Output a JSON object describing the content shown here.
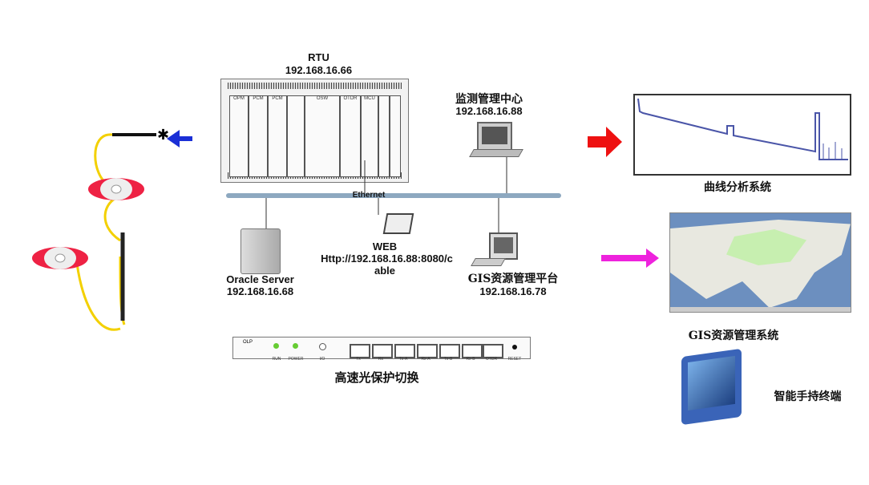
{
  "rtu": {
    "title": "RTU",
    "ip": "192.168.16.66",
    "modules": [
      "OPM",
      "PCM",
      "PCM",
      "",
      "OSW",
      "OTDR",
      "MCU",
      "",
      ""
    ]
  },
  "ethernet": "Ethernet",
  "monitor_center": {
    "title": "监测管理中心",
    "ip": "192.168.16.88"
  },
  "curve_system": "曲线分析系统",
  "oracle": {
    "title": "Oracle Server",
    "ip": "192.168.16.68"
  },
  "web": {
    "title": "WEB",
    "url_line1": "Http://192.168.16.88:8080/c",
    "url_line2": "able"
  },
  "gis_platform": {
    "title": "GIS资源管理平台",
    "ip": "192.168.16.78"
  },
  "gis_system": "GIS资源管理系统",
  "handheld": "智能手持终端",
  "olp": {
    "title": "OLP",
    "leds": [
      "RUN",
      "POWER",
      "I/O"
    ],
    "ports": [
      "Tx",
      "Rx",
      "Tx-A",
      "Rx-A",
      "Tx-B",
      "Rx-B",
      "OTDR"
    ],
    "reset": "RESET",
    "caption": "高速光保护切换"
  },
  "colors": {
    "blue_arrow": "#1a2fd6",
    "red_arrow": "#ee1111",
    "magenta_arrow": "#ee22dd",
    "ethernet": "#8da8c0",
    "map_land": "#c7efb0",
    "map_sea": "#6c8fbf"
  }
}
